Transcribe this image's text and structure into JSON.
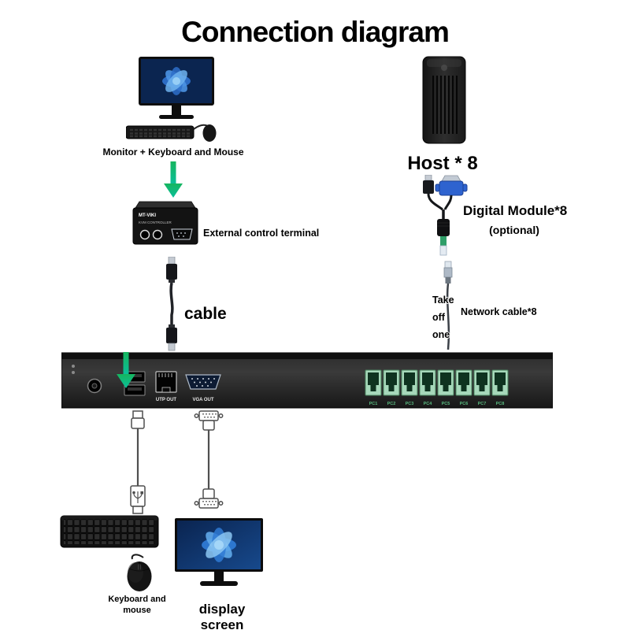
{
  "title": "Connection diagram",
  "monitor_group": {
    "label": "Monitor + Keyboard and Mouse"
  },
  "control_box": {
    "brand": "MT-VIKI",
    "device": "KVM CONTROLLER",
    "label": "External control terminal"
  },
  "cable": {
    "label": "cable"
  },
  "host": {
    "label": "Host * 8"
  },
  "digital_module": {
    "label": "Digital Module*8",
    "sublabel": "(optional)"
  },
  "network": {
    "take_lines": [
      "Take",
      "off",
      "one"
    ],
    "label": "Network cable*8"
  },
  "rack": {
    "utp_label": "UTP OUT",
    "vga_label": "VGA OUT",
    "port_labels": [
      "PC1",
      "PC2",
      "PC3",
      "PC4",
      "PC5",
      "PC6",
      "PC7",
      "PC8"
    ]
  },
  "bottom": {
    "keyboard_mouse_label": "Keyboard and mouse",
    "display_label": "display screen"
  },
  "colors": {
    "arrow_green": "#0db56b",
    "port_green": "#a6d8ba",
    "vga_blue": "#2e63cf",
    "windows_blue": "#2e6fc9"
  }
}
